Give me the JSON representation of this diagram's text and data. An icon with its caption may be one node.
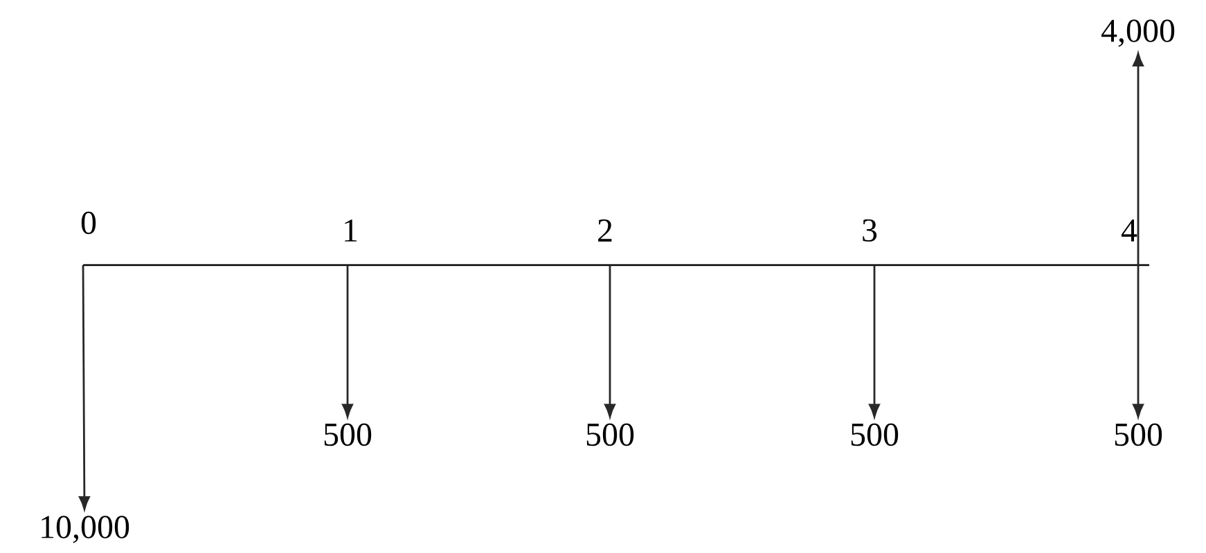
{
  "diagram": {
    "nodes": [
      {
        "text": [
          "4,000"
        ]
      },
      {
        "text": [
          "10,000"
        ]
      },
      {
        "text": [
          "500"
        ]
      },
      {
        "text": [
          "500"
        ]
      },
      {
        "text": [
          "500"
        ]
      },
      {
        "text": [
          "500"
        ]
      }
    ],
    "edges": [
      {
        "from": null,
        "to": 0,
        "arrow": "to"
      },
      {
        "from": null,
        "to": 1,
        "arrow": "to"
      },
      {
        "from": null,
        "to": 2,
        "arrow": "to"
      },
      {
        "from": null,
        "to": 3,
        "arrow": "to"
      },
      {
        "from": null,
        "to": 4,
        "arrow": "to"
      },
      {
        "from": null,
        "to": 5,
        "arrow": "to"
      }
    ],
    "labels": [
      "0",
      "1",
      "2",
      "3",
      "4"
    ]
  }
}
